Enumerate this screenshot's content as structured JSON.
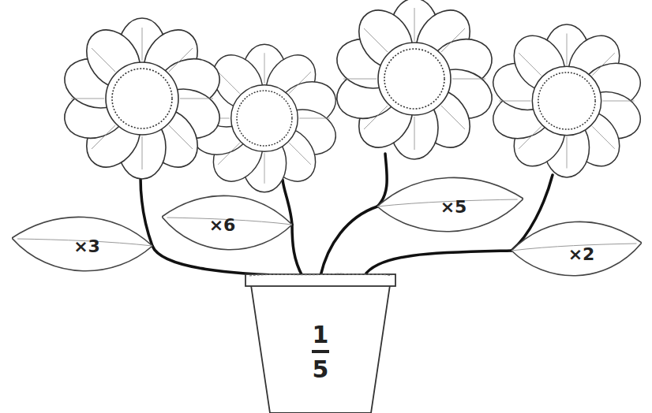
{
  "diagram": {
    "nodes": [
      {
        "text": [
          "×3"
        ]
      },
      {
        "text": [
          "×6"
        ]
      },
      {
        "text": [
          "×5"
        ]
      },
      {
        "text": [
          "×2"
        ]
      },
      {
        "text": [
          "1",
          "5"
        ]
      }
    ],
    "edges": [
      {
        "from": 4,
        "to": 0,
        "arrow": "none"
      },
      {
        "from": 4,
        "to": 1,
        "arrow": "none"
      },
      {
        "from": 4,
        "to": 2,
        "arrow": "none"
      },
      {
        "from": 4,
        "to": 3,
        "arrow": "none"
      }
    ]
  }
}
